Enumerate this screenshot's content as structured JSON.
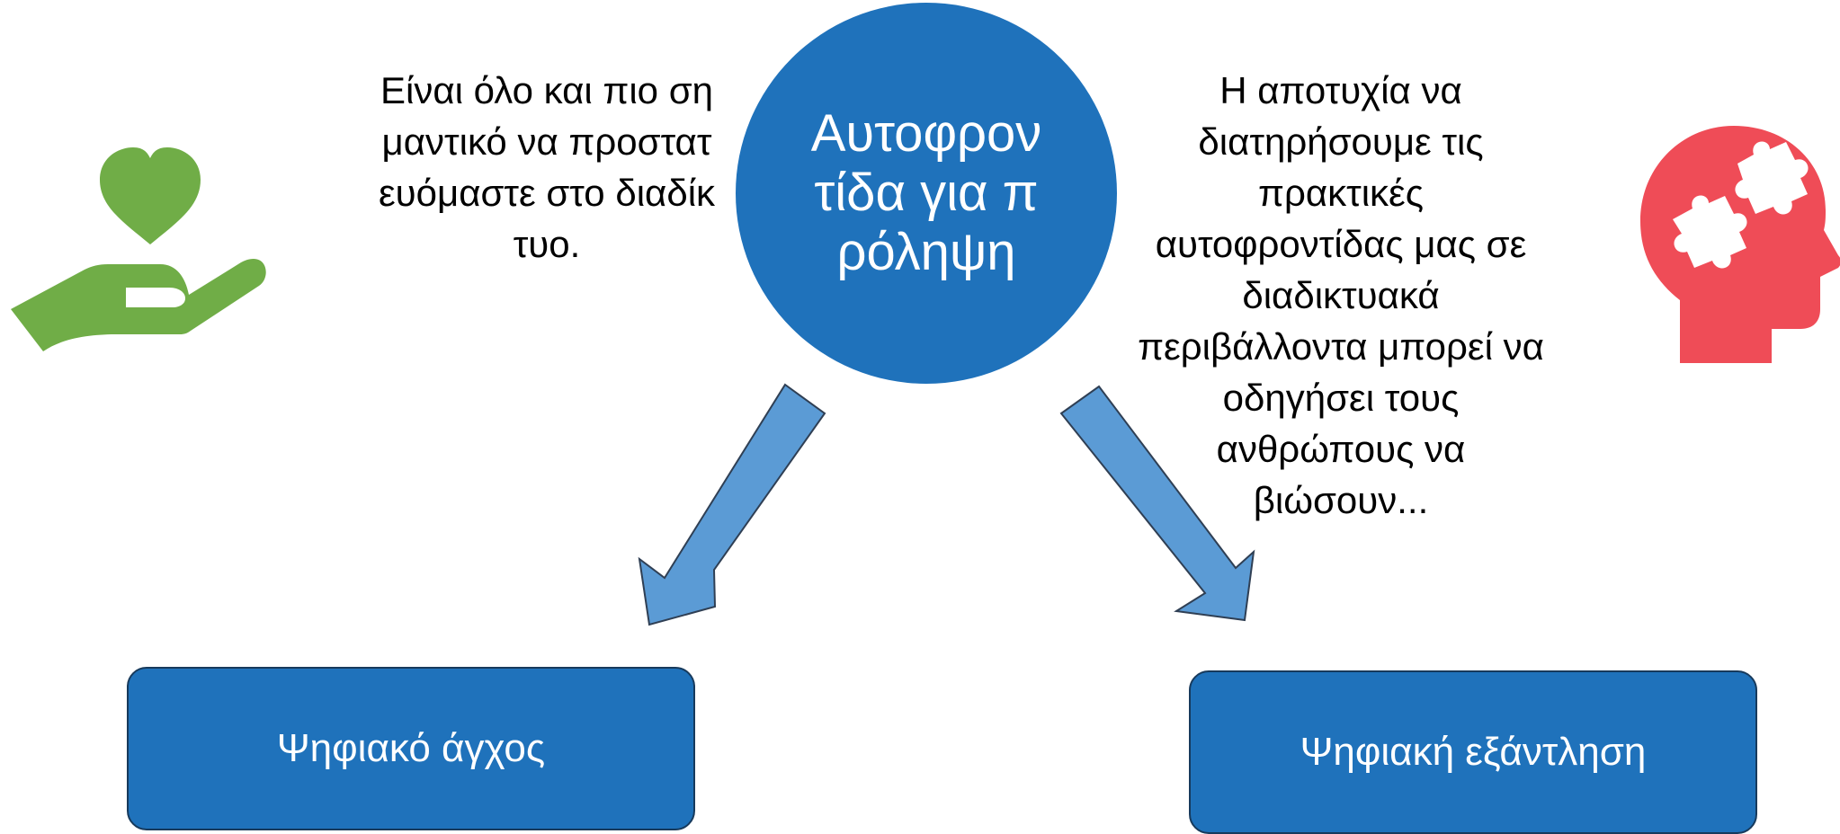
{
  "center": {
    "title": "Αυτοφροντίδα για πρόληψη"
  },
  "left_text": "Είναι όλο και πιο σημαντικό να προστατευόμαστε στο διαδίκτυο.",
  "right_text": "Η αποτυχία να διατηρήσουμε τις πρακτικές αυτοφροντίδας μας σε διαδικτυακά περιβάλλοντα μπορεί να οδηγήσει τους ανθρώπους να βιώσουν...",
  "boxes": {
    "left": "Ψηφιακό άγχος",
    "right": "Ψηφιακή εξάντληση"
  },
  "icons": {
    "left": "heart-in-hand-icon",
    "right": "head-puzzle-icon"
  },
  "colors": {
    "primary_blue": "#1f72bb",
    "arrow_blue": "#5b9bd5",
    "heart_green": "#70ad47",
    "head_red": "#ef4c57"
  }
}
